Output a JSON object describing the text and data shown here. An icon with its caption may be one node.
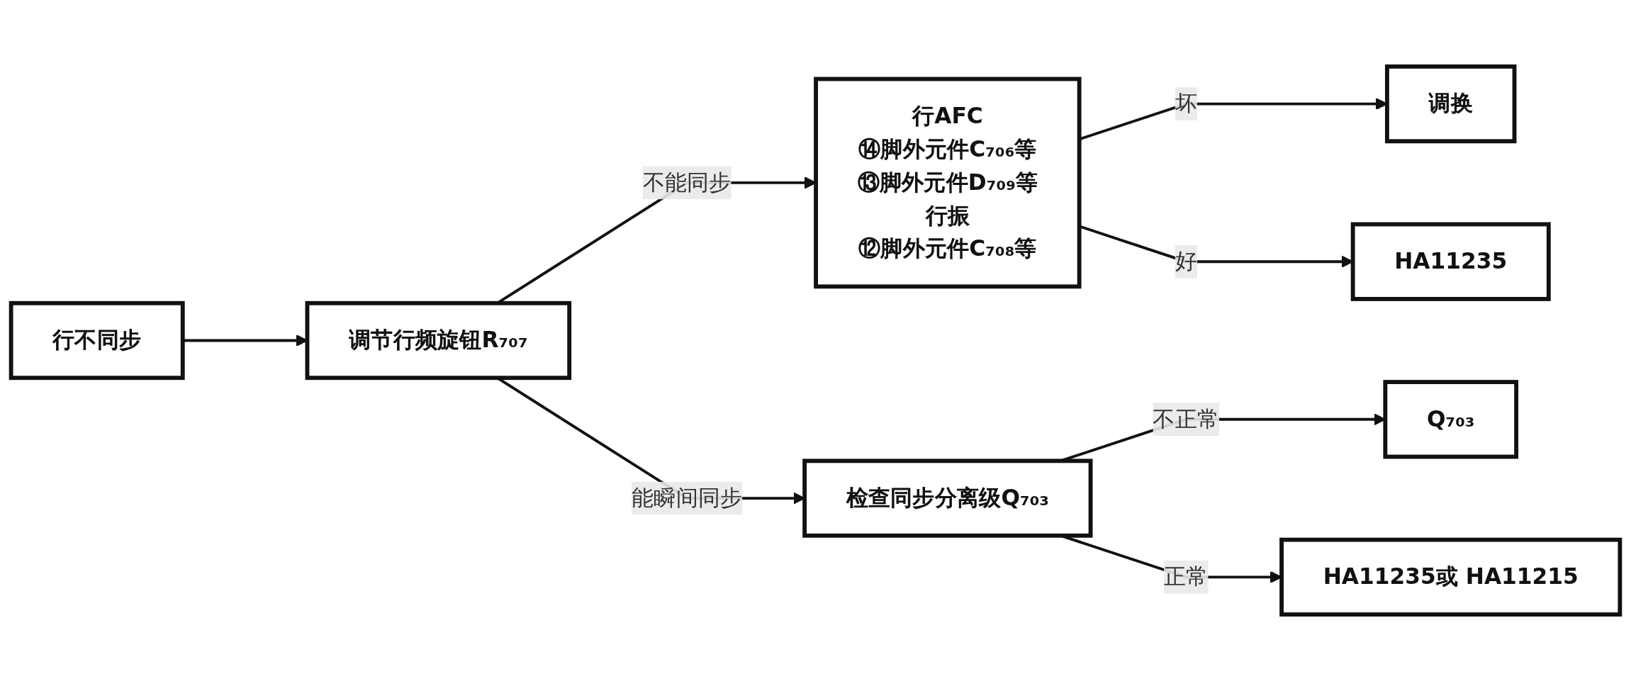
{
  "diagram": {
    "nodes": [
      {
        "text": [
          "行不同步"
        ]
      },
      {
        "text": [
          "调节行频旋钮R₇₀₇"
        ]
      },
      {
        "text": [
          "行AFC",
          "⑭脚外元件C₇₀₆等",
          "⑬脚外元件D₇₀₉等",
          "行振",
          "⑫脚外元件C₇₀₈等"
        ]
      },
      {
        "text": [
          "调换"
        ]
      },
      {
        "text": [
          "HA11235"
        ]
      },
      {
        "text": [
          "检查同步分离级Q₇₀₃"
        ]
      },
      {
        "text": [
          "Q₇₀₃"
        ]
      },
      {
        "text": [
          "HA11235或 HA11215"
        ]
      }
    ],
    "edges": [
      {
        "from": 0,
        "to": 1,
        "arrow": "to"
      },
      {
        "from": 1,
        "to": 2,
        "arrow": "to",
        "label": "不能同步"
      },
      {
        "from": 2,
        "to": 3,
        "arrow": "to",
        "label": "坏"
      },
      {
        "from": 2,
        "to": 4,
        "arrow": "to",
        "label": "好"
      },
      {
        "from": 1,
        "to": 5,
        "arrow": "to",
        "label": "能瞬间同步"
      },
      {
        "from": 5,
        "to": 6,
        "arrow": "to",
        "label": "不正常"
      },
      {
        "from": 5,
        "to": 7,
        "arrow": "to",
        "label": "正常"
      }
    ]
  }
}
